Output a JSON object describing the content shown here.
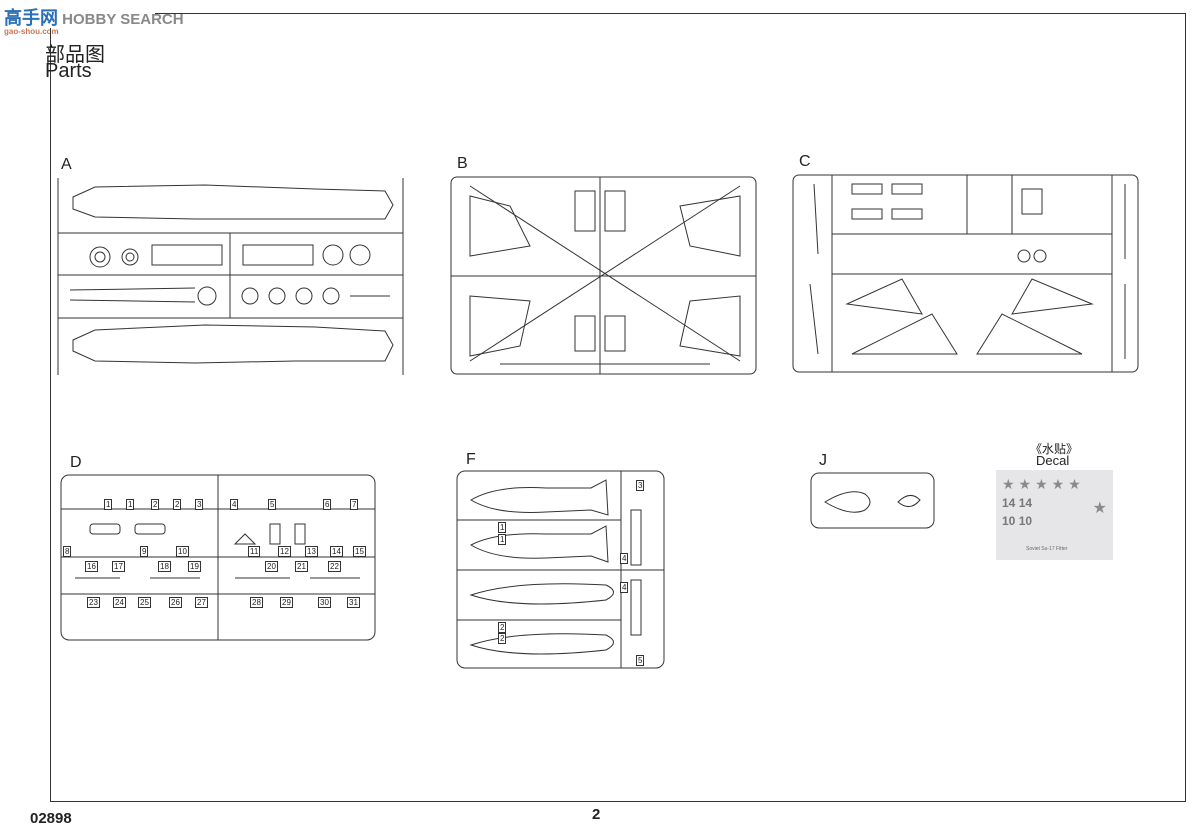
{
  "watermark": {
    "logo_text": "高手网",
    "brand": "HOBBY SEARCH",
    "url": "gao-shou.com"
  },
  "header": {
    "title_cn": "部品图",
    "title_en": "Parts"
  },
  "sprues": [
    {
      "letter": "A",
      "parts": []
    },
    {
      "letter": "B",
      "parts": []
    },
    {
      "letter": "C",
      "parts": []
    },
    {
      "letter": "D",
      "parts": [
        "1",
        "1",
        "2",
        "2",
        "3",
        "4",
        "5",
        "6",
        "7",
        "8",
        "9",
        "10",
        "11",
        "12",
        "13",
        "14",
        "15",
        "16",
        "17",
        "18",
        "19",
        "20",
        "21",
        "22",
        "23",
        "24",
        "25",
        "26",
        "27",
        "28",
        "29",
        "30",
        "31"
      ]
    },
    {
      "letter": "F",
      "parts": [
        "1",
        "1",
        "2",
        "2",
        "3",
        "4",
        "4",
        "5"
      ]
    },
    {
      "letter": "J",
      "parts": []
    }
  ],
  "decal": {
    "label_cn": "《水贴》",
    "label_en": "Decal",
    "markings": [
      "14",
      "14",
      "10",
      "10"
    ],
    "caption": "Soviet Su-17 Fitter"
  },
  "footer": {
    "kit_number": "02898",
    "page_number": "2"
  },
  "colors": {
    "line": "#333333",
    "decal_bg": "#e6e6e8",
    "decal_star": "#8a8a8a"
  }
}
